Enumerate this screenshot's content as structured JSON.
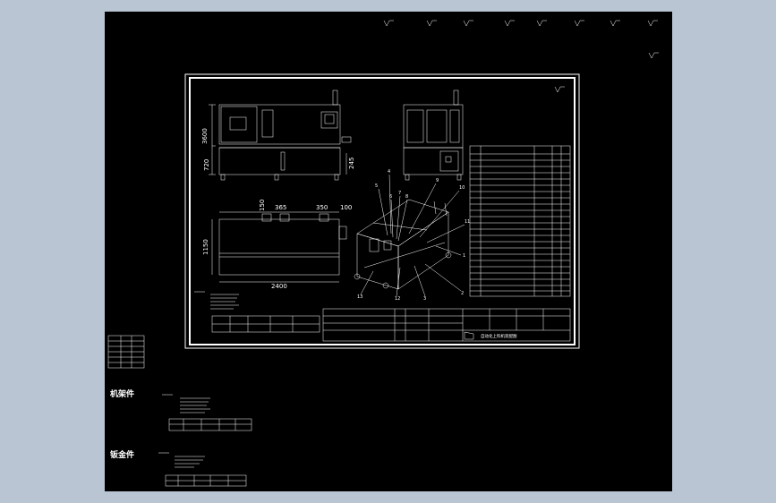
{
  "dimensions": {
    "front_height": "3600",
    "front_base": "720",
    "front_side": "245",
    "top_width": "1150",
    "top_length": "2400",
    "top_a": "150",
    "top_b": "365",
    "top_c": "350",
    "top_d": "100"
  },
  "balloons": [
    "4",
    "5",
    "6",
    "7",
    "8",
    "9",
    "10",
    "11",
    "1",
    "2",
    "3",
    "12",
    "13"
  ],
  "side_headings": {
    "first": "机架件",
    "second": "钣金件"
  },
  "title_block": {
    "company": "自动化上料机装配图"
  }
}
